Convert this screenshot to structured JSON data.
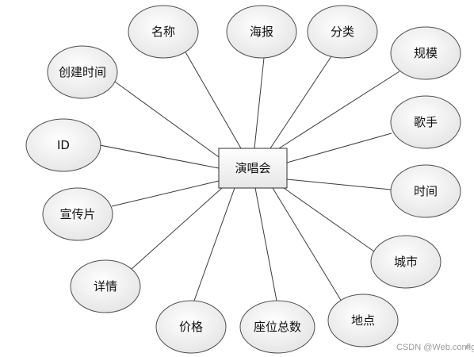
{
  "diagram": {
    "entity": {
      "label": "演唱会"
    },
    "attributes": [
      {
        "id": "name",
        "label": "名称"
      },
      {
        "id": "poster",
        "label": "海报"
      },
      {
        "id": "category",
        "label": "分类"
      },
      {
        "id": "scale",
        "label": "规模"
      },
      {
        "id": "singer",
        "label": "歌手"
      },
      {
        "id": "time",
        "label": "时间"
      },
      {
        "id": "city",
        "label": "城市"
      },
      {
        "id": "location",
        "label": "地点"
      },
      {
        "id": "seat-total",
        "label": "座位总数"
      },
      {
        "id": "price",
        "label": "价格"
      },
      {
        "id": "details",
        "label": "详情"
      },
      {
        "id": "promo-video",
        "label": "宣传片"
      },
      {
        "id": "id",
        "label": "ID"
      },
      {
        "id": "created-time",
        "label": "创建时间"
      }
    ]
  },
  "watermark": {
    "text": "CSDN @Web.config"
  }
}
